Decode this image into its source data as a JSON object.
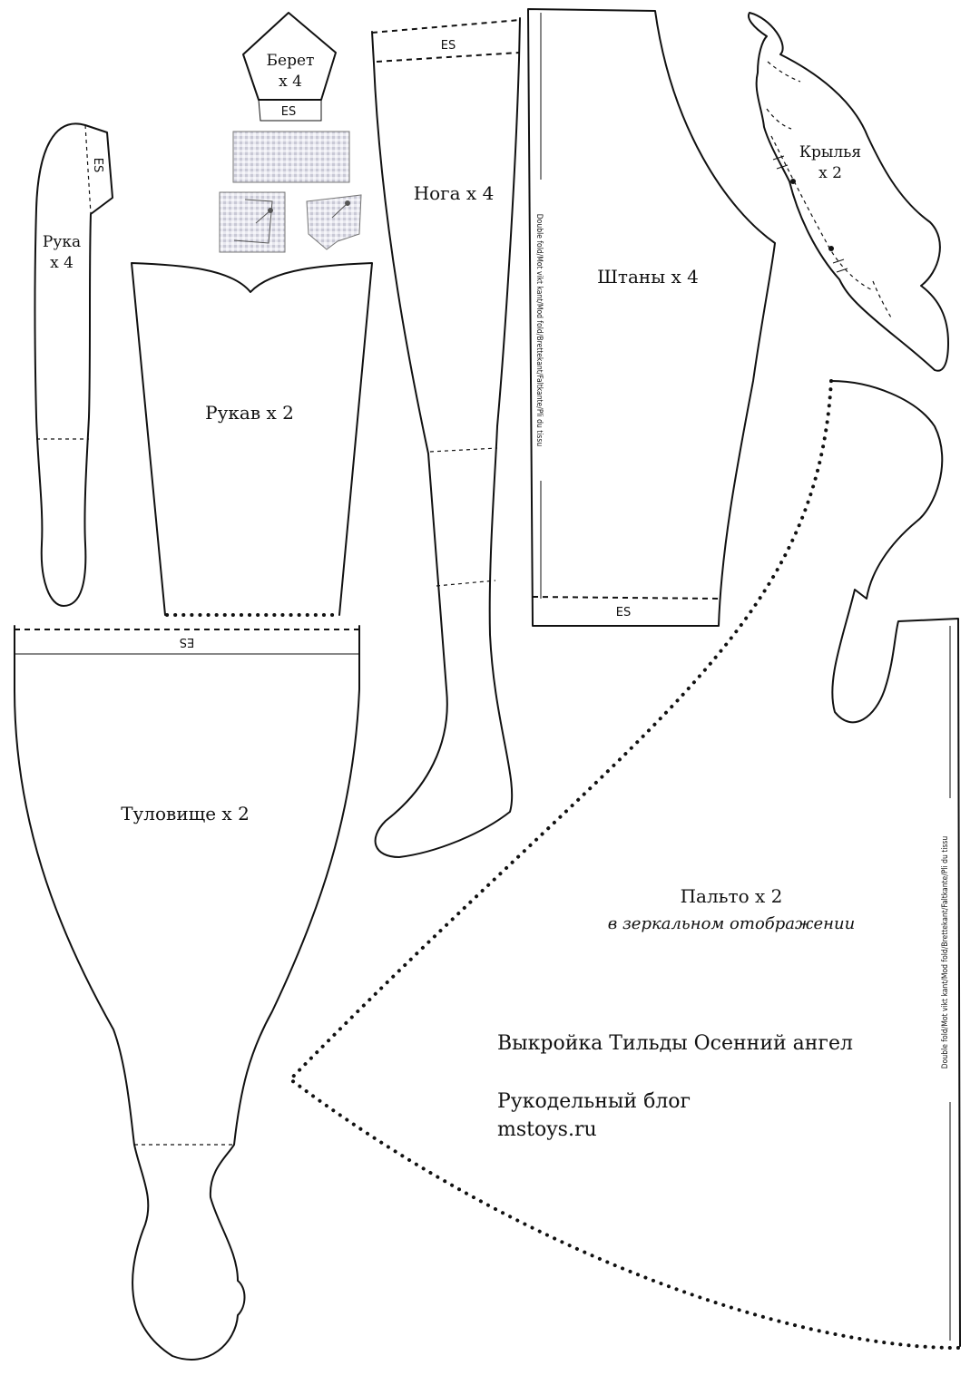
{
  "pieces": {
    "beret": {
      "name": "Берет",
      "qty": "х 4",
      "es": "ES"
    },
    "arm": {
      "name": "Рука",
      "qty": "х 4",
      "es": "ES"
    },
    "sleeve": {
      "label": "Рукав х 2"
    },
    "leg": {
      "label": "Нога х 4",
      "es": "ES"
    },
    "pants": {
      "label": "Штаны х 4",
      "es": "ES"
    },
    "wings": {
      "name": "Крылья",
      "qty": "х 2"
    },
    "torso": {
      "label": "Туловище х 2",
      "es": "ES"
    },
    "coat": {
      "label": "Пальто х 2",
      "note": "в зеркальном отображении"
    }
  },
  "fold_text": "Double fold/Mot vikt kant/Mod fold/Brettekant/Faltkante/Pli du tissu",
  "footer": {
    "title": "Выкройка Тильды Осенний ангел",
    "blog": "Рукодельный блог",
    "site": "mstoys.ru"
  }
}
